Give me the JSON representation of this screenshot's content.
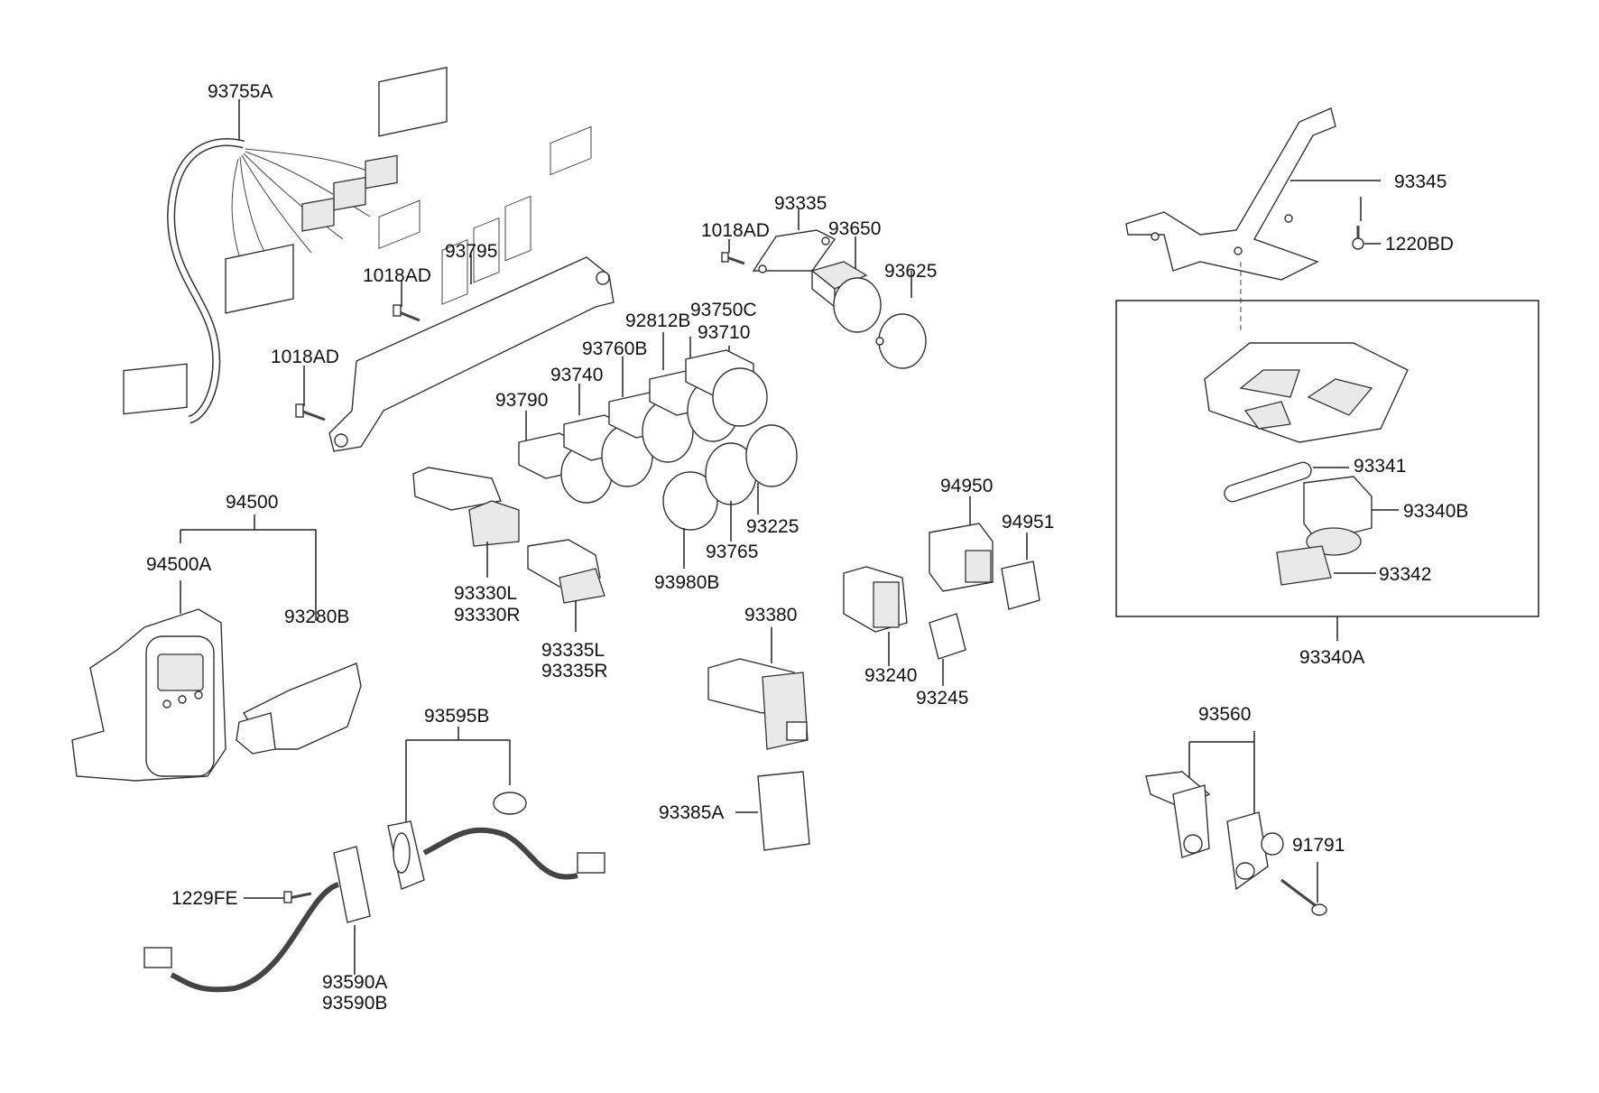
{
  "diagram": {
    "labels": {
      "p93755A": "93755A",
      "p93795": "93795",
      "p1018AD_a": "1018AD",
      "p1018AD_b": "1018AD",
      "p1018AD_c": "1018AD",
      "p93335": "93335",
      "p93650": "93650",
      "p93625": "93625",
      "p92812B": "92812B",
      "p93750C": "93750C",
      "p93710": "93710",
      "p93760B": "93760B",
      "p93740": "93740",
      "p93790": "93790",
      "p93345": "93345",
      "p1220BD": "1220BD",
      "p93341": "93341",
      "p93340B": "93340B",
      "p93342": "93342",
      "p93340A": "93340A",
      "p94500": "94500",
      "p94500A": "94500A",
      "p93280B": "93280B",
      "p93330L": "93330L",
      "p93330R": "93330R",
      "p93335L": "93335L",
      "p93335R": "93335R",
      "p93980B": "93980B",
      "p93765": "93765",
      "p93225": "93225",
      "p94950": "94950",
      "p94951": "94951",
      "p93380": "93380",
      "p93240": "93240",
      "p93245": "93245",
      "p93385A": "93385A",
      "p93595B": "93595B",
      "p1229FE": "1229FE",
      "p93590A": "93590A",
      "p93590B": "93590B",
      "p93560": "93560",
      "p91791": "91791"
    }
  }
}
